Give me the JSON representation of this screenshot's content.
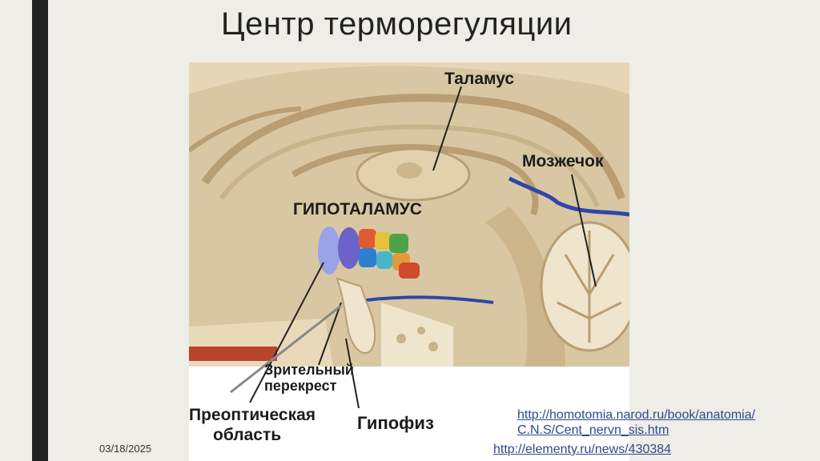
{
  "slide": {
    "title": "Центр терморегуляции",
    "date": "03/18/2025"
  },
  "figure": {
    "labels": {
      "thalamus": "Таламус",
      "cerebellum": "Мозжечок",
      "hypothalamus": "ГИПОТАЛАМУС",
      "chiasm_line1": "Зрительный",
      "chiasm_line2": "перекрест",
      "preoptic_line1": "Преоптическая",
      "preoptic_line2": "область",
      "pituitary": "Гипофиз"
    },
    "colors": {
      "brain": "#d9c7a3",
      "brain_dark": "#b89e72",
      "vessel": "#2f46a8",
      "accent_red": "#c94a2c"
    }
  },
  "links": {
    "link1_line1": "http://homotomia.narod.ru/book/anatomia/",
    "link1_line2": "C.N.S/Cent_nervn_sis.htm",
    "link2": "http://elementy.ru/news/430384"
  }
}
